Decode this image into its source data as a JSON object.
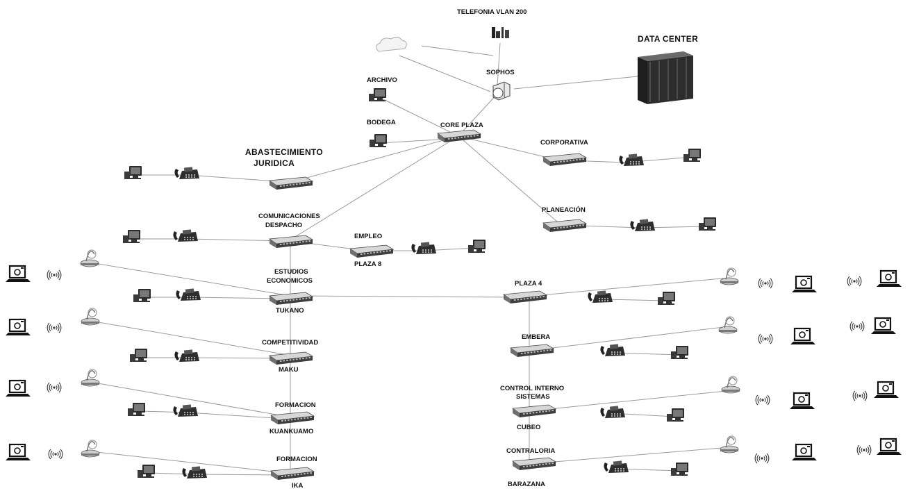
{
  "labels": {
    "telefonia": "TELEFONIA VLAN 200",
    "data_center": "DATA CENTER",
    "sophos": "SOPHOS",
    "archivo": "ARCHIVO",
    "bodega": "BODEGA",
    "core_plaza": "CORE PLAZA",
    "corporativa": "CORPORATIVA",
    "abastecimiento": "ABASTECIMIENTO",
    "juridica": "JURIDICA",
    "planeacion": "PLANEACIÓN",
    "comunicaciones": "COMUNICACIONES",
    "despacho": "DESPACHO",
    "empleo": "EMPLEO",
    "plaza8": "PLAZA 8",
    "estudios": "ESTUDIOS",
    "economicos": "ECONOMICOS",
    "tukano": "TUKANO",
    "plaza4": "PLAZA 4",
    "competitividad": "COMPETITIVIDAD",
    "maku": "MAKU",
    "embera": "EMBERA",
    "formacion1": "FORMACION",
    "kuankuamo": "KUANKUAMO",
    "control_interno": "CONTROL INTERNO",
    "sistemas": "SISTEMAS",
    "cubeo": "CUBEO",
    "formacion2": "FORMACION",
    "ika": "IKA",
    "contraloria": "CONTRALORIA",
    "barazana": "BARAZANA"
  },
  "icons": {
    "switch": "switch-icon",
    "computer": "computer-icon",
    "ip_phone": "ip-phone-icon",
    "access_point": "access-point-icon",
    "wifi": "wifi-icon",
    "laptop": "laptop-icon",
    "firewall": "firewall-icon",
    "server_rack": "server-rack-icon",
    "cloud": "cloud-icon",
    "telephony": "telephony-icon"
  }
}
